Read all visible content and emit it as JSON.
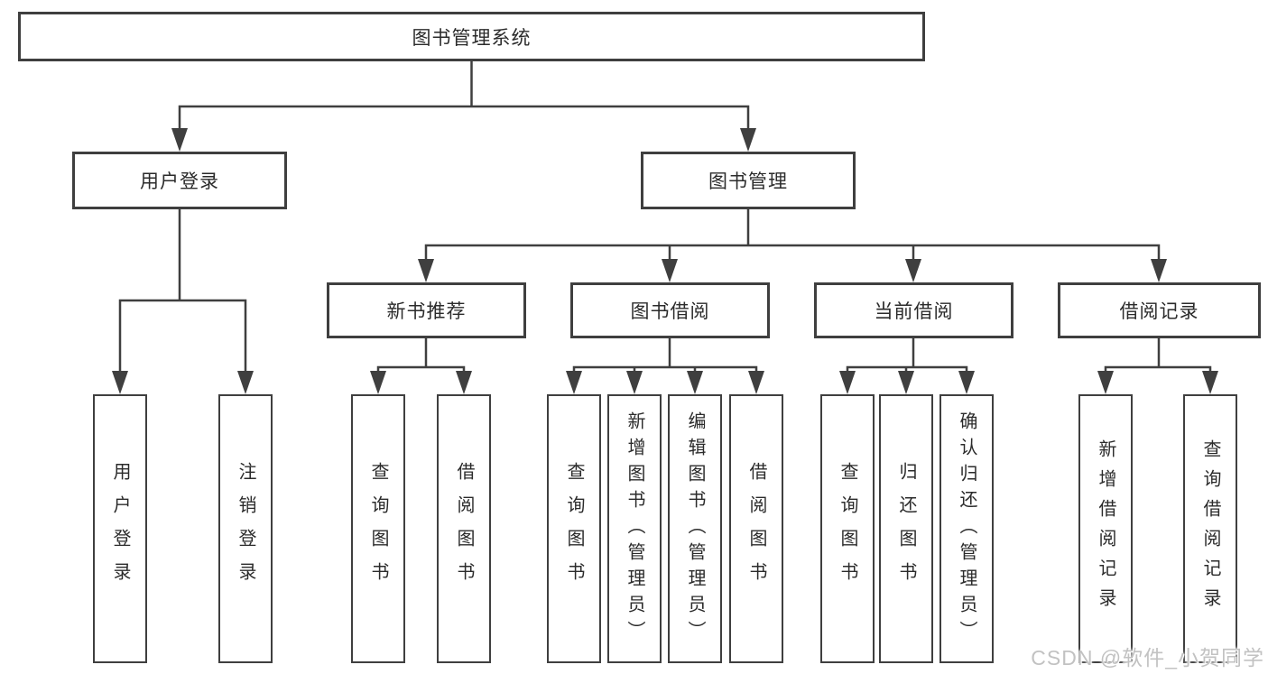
{
  "tree": {
    "label": "图书管理系统",
    "children": [
      {
        "label": "用户登录",
        "children": [
          {
            "label": "用户登录"
          },
          {
            "label": "注销登录"
          }
        ]
      },
      {
        "label": "图书管理",
        "children": [
          {
            "label": "新书推荐",
            "children": [
              {
                "label": "查询图书"
              },
              {
                "label": "借阅图书"
              }
            ]
          },
          {
            "label": "图书借阅",
            "children": [
              {
                "label": "查询图书"
              },
              {
                "label": "新增图书（管理员）"
              },
              {
                "label": "编辑图书（管理员）"
              },
              {
                "label": "借阅图书"
              }
            ]
          },
          {
            "label": "当前借阅",
            "children": [
              {
                "label": "查询图书"
              },
              {
                "label": "归还图书"
              },
              {
                "label": "确认归还（管理员）"
              }
            ]
          },
          {
            "label": "借阅记录",
            "children": [
              {
                "label": "新增借阅记录"
              },
              {
                "label": "查询借阅记录"
              }
            ]
          }
        ]
      }
    ]
  },
  "watermark": "CSDN @软件_小贺同学",
  "colors": {
    "line": "#3f3f3f",
    "box_border": "#3f3f3f",
    "text": "#2b2b2b",
    "watermark": "#c2c2c2",
    "background": "#ffffff"
  }
}
